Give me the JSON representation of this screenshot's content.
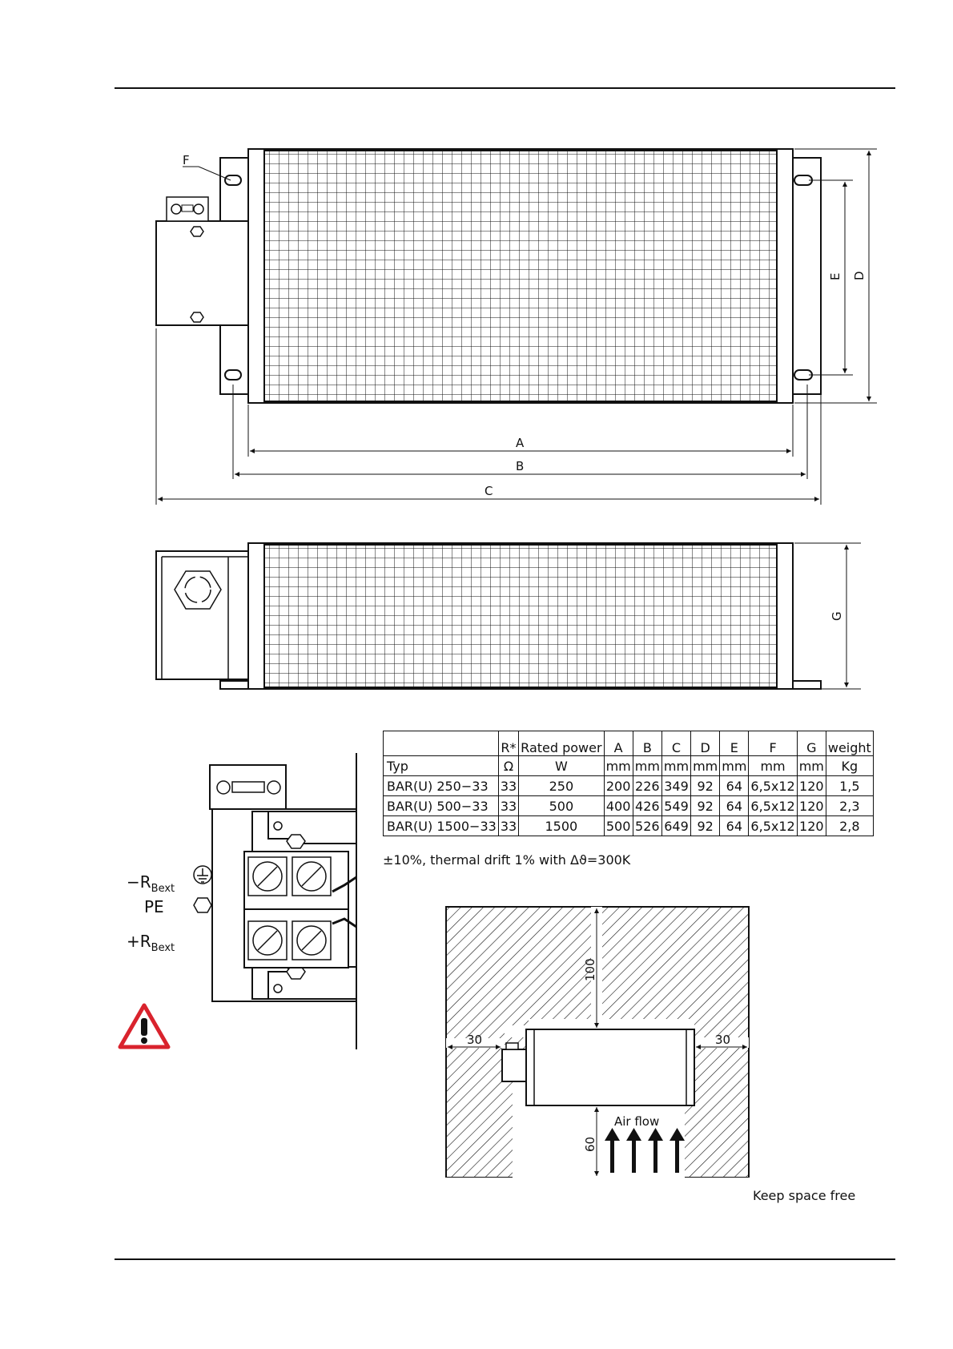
{
  "drawing_top": {
    "dim_labels": {
      "a": "A",
      "b": "B",
      "c": "C",
      "d": "D",
      "e": "E",
      "f": "F"
    }
  },
  "drawing_side": {
    "dim_label_g": "G"
  },
  "terminal": {
    "label_minus": "−R",
    "label_minus_sub": "Bext",
    "label_pe": "PE",
    "label_plus": "+R",
    "label_plus_sub": "Bext"
  },
  "table": {
    "header1": [
      "",
      "R*",
      "Rated power",
      "A",
      "B",
      "C",
      "D",
      "E",
      "F",
      "G",
      "weight"
    ],
    "header2": [
      "Typ",
      "Ω",
      "W",
      "mm",
      "mm",
      "mm",
      "mm",
      "mm",
      "mm",
      "mm",
      "Kg"
    ],
    "rows": [
      [
        "BAR(U)  250−33",
        "33",
        "250",
        "200",
        "226",
        "349",
        "92",
        "64",
        "6,5x12",
        "120",
        "1,5"
      ],
      [
        "BAR(U)  500−33",
        "33",
        "500",
        "400",
        "426",
        "549",
        "92",
        "64",
        "6,5x12",
        "120",
        "2,3"
      ],
      [
        "BAR(U)  1500−33",
        "33",
        "1500",
        "500",
        "526",
        "649",
        "92",
        "64",
        "6,5x12",
        "120",
        "2,8"
      ]
    ],
    "footnote": "±10%,  thermal  drift  1%  with  Δϑ=300K"
  },
  "clearance": {
    "top": "100",
    "left": "30",
    "right": "30",
    "bottom": "60",
    "airflow_label": "Air  flow",
    "caption": "Keep  space  free"
  },
  "colors": {
    "warning_red": "#d9232d",
    "line": "#111111"
  }
}
